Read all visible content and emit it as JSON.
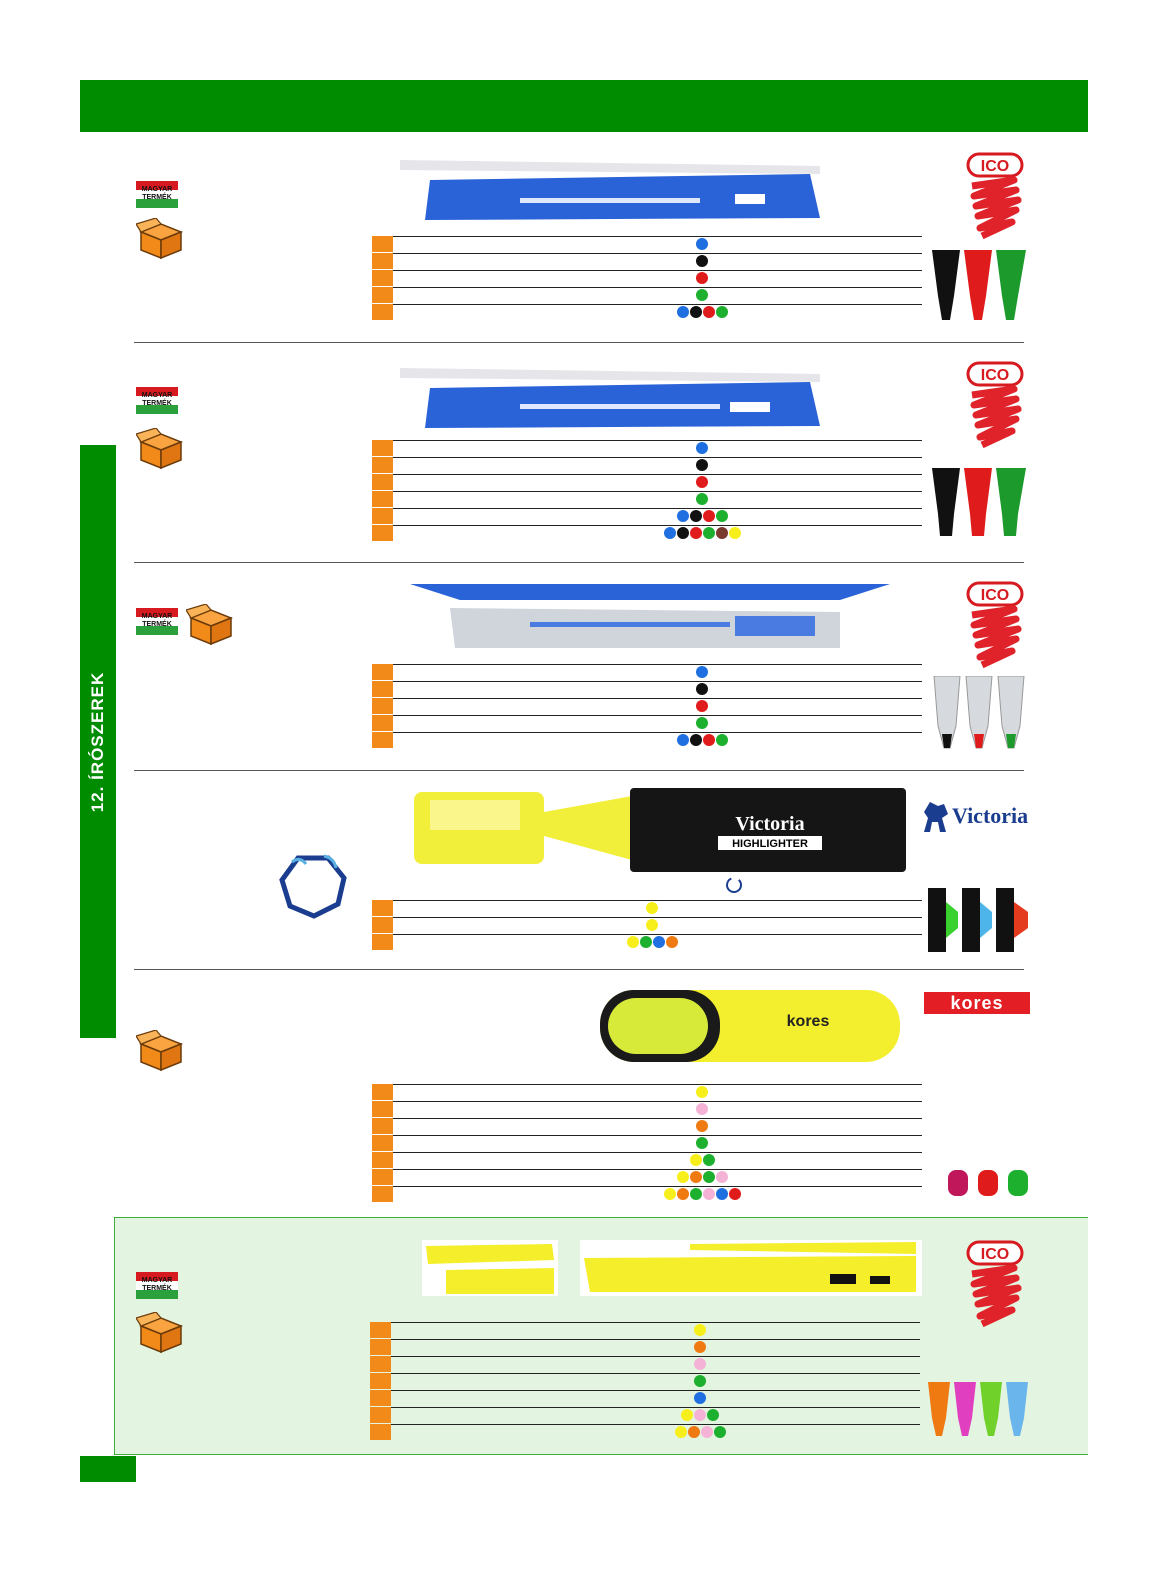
{
  "section": {
    "side_label": "12. ÍRÓSZEREK"
  },
  "badges": {
    "magyar_line1": "MAGYAR",
    "magyar_line2": "TERMÉK"
  },
  "brands": {
    "ico": "ICO",
    "victoria": "Victoria",
    "kores": "kores"
  },
  "products": [
    {
      "brand": "ico",
      "rows": [
        [
          "blue"
        ],
        [
          "black"
        ],
        [
          "red"
        ],
        [
          "green"
        ],
        [
          "blue",
          "black",
          "red",
          "green"
        ]
      ]
    },
    {
      "brand": "ico",
      "rows": [
        [
          "blue"
        ],
        [
          "black"
        ],
        [
          "red"
        ],
        [
          "green"
        ],
        [
          "blue",
          "black",
          "red",
          "green"
        ],
        [
          "blue",
          "black",
          "red",
          "green",
          "brown",
          "yellow"
        ]
      ]
    },
    {
      "brand": "ico",
      "rows": [
        [
          "blue"
        ],
        [
          "black"
        ],
        [
          "red"
        ],
        [
          "green"
        ],
        [
          "blue",
          "black",
          "red",
          "green"
        ]
      ]
    },
    {
      "brand": "victoria",
      "product_mark": "Victoria",
      "product_sub": "HIGHLIGHTER",
      "rows": [
        [
          "yellow"
        ],
        [
          "yellow"
        ],
        [
          "yellow",
          "green",
          "blue",
          "orange"
        ]
      ]
    },
    {
      "brand": "kores",
      "product_mark": "kores",
      "rows": [
        [
          "yellow"
        ],
        [
          "pink"
        ],
        [
          "orange"
        ],
        [
          "green"
        ],
        [
          "yellow",
          "green"
        ],
        [
          "yellow",
          "orange",
          "green",
          "pink"
        ],
        [
          "yellow",
          "orange",
          "green",
          "pink",
          "blue",
          "red"
        ]
      ]
    },
    {
      "brand": "ico",
      "rows": [
        [
          "yellow"
        ],
        [
          "orange"
        ],
        [
          "pink"
        ],
        [
          "green"
        ],
        [
          "blue"
        ],
        [
          "yellow",
          "pink",
          "green"
        ],
        [
          "yellow",
          "orange",
          "pink",
          "green"
        ]
      ]
    }
  ],
  "colors": {
    "blue": "#1f6fe0",
    "black": "#111111",
    "red": "#e01b1b",
    "green": "#1db02f",
    "brown": "#7a3b2e",
    "yellow": "#f7ef1c",
    "pink": "#f4b3d6",
    "orange": "#f07a12",
    "section_green": "#008c00",
    "marker_orange": "#f28a1a"
  }
}
